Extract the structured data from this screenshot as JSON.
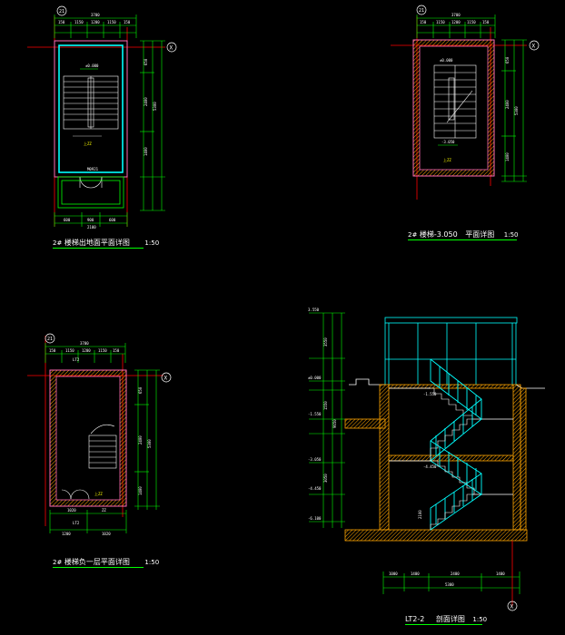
{
  "captions": {
    "plan1": {
      "prefix": "2#",
      "title": "楼梯出地面平面详图",
      "scale": "1:50"
    },
    "plan2": {
      "prefix": "2#",
      "title": "楼梯-3.050",
      "title2": "平面详图",
      "scale": "1:50"
    },
    "plan3": {
      "prefix": "2#",
      "title": "楼梯负一层平面详图",
      "scale": "1:50"
    },
    "section": {
      "prefix": "LT2-2",
      "title": "剖面详图",
      "scale": "1:50"
    }
  },
  "grid_labels": {
    "a": "21",
    "b": "X"
  },
  "colors": {
    "background": "#000000",
    "dim_green": "#00ff00",
    "wall_outline": "#ff6ab4",
    "hatch": "#ffa500",
    "stair_cyan": "#00ffff",
    "axis_red": "#ff0000",
    "yellow": "#ffff00",
    "white": "#ffffff"
  }
}
